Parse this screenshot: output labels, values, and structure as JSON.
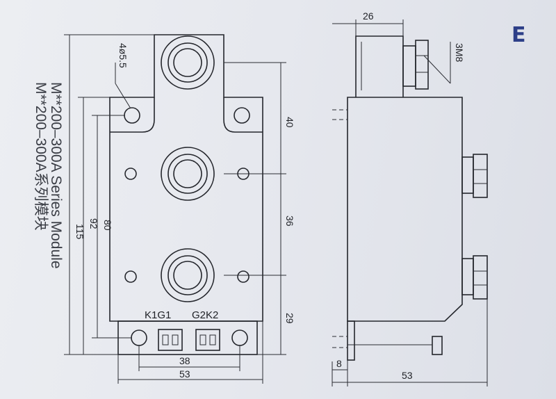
{
  "title": {
    "line1": "M**200–300A系列模块",
    "line2": "M**200–300A Series Module"
  },
  "corner_letter": "E",
  "front_view": {
    "hole_label": "4ø5.5",
    "terminal_labels": [
      "K1G1",
      "G2K2"
    ],
    "dimensions": {
      "spacing_top": "40",
      "spacing_middle": "36",
      "spacing_bottom": "29",
      "height_80": "80",
      "height_92": "92",
      "height_115": "115",
      "width_38": "38",
      "width_53": "53"
    }
  },
  "side_view": {
    "screw_label": "3M8",
    "dimensions": {
      "top_width": "26",
      "base_offset": "8",
      "total_width": "53"
    }
  },
  "colors": {
    "line": "#24262c",
    "letter": "#2d3f88",
    "background": "#e4e6ec"
  }
}
